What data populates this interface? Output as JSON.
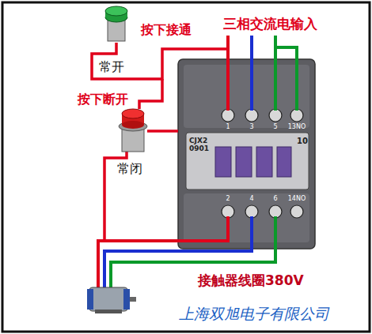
{
  "diagram": {
    "nodes": [
      {
        "text": [
          "CJX2 0901",
          "10"
        ]
      }
    ],
    "labels": [
      "按下接通",
      "三相交流电输入",
      "常开",
      "按下断开",
      "常闭",
      "接触器线圈380V",
      "1",
      "3",
      "5",
      "13NO",
      "2",
      "4",
      "6",
      "14NO",
      "上海双旭电子有限公司"
    ]
  }
}
